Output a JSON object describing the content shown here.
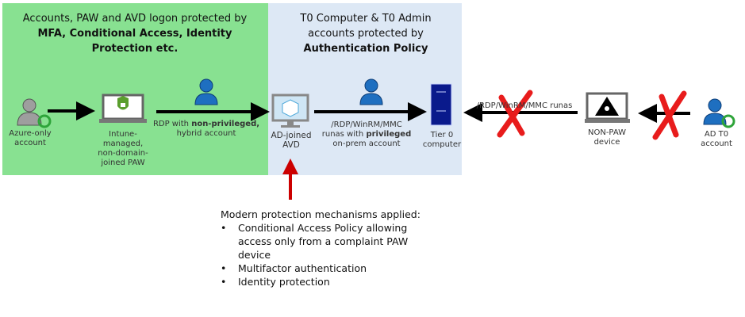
{
  "left_panel": {
    "title_plain_1": "Accounts, PAW and AVD logon protected by ",
    "title_bold": "MFA, Conditional Access, Identity Protection etc.",
    "color": "#88e191"
  },
  "right_panel": {
    "title_plain_1": "T0 Computer & T0 Admin accounts protected by ",
    "title_bold": "Authentication Policy",
    "color": "#dde8f5"
  },
  "nodes": {
    "azure_account": "Azure-only account",
    "paw": "Intune-managed, non-domain-joined PAW",
    "avd": "AD-joined AVD",
    "tier0": "Tier 0 computer",
    "nonpaw": "NON-PAW device",
    "ad_t0": "AD T0 account"
  },
  "edges": {
    "rdp_prefix": "RDP with ",
    "rdp_bold": "non-privileged,",
    "rdp_suffix": "hybrid account",
    "runas_prefix": "/RDP/WinRM/MMC runas with ",
    "runas_bold": "privileged",
    "runas_suffix": "on-prem account",
    "blocked_label": "/RDP/WinRM/MMC runas"
  },
  "note": {
    "heading": "Modern protection mechanisms applied:",
    "items": [
      "Conditional Access Policy allowing access only from a complaint PAW device",
      "Multifactor authentication",
      "Identity protection"
    ]
  },
  "colors": {
    "user_blue": "#1e6fc0",
    "server_navy": "#0a1a8c",
    "block_red": "#e81c1c",
    "sync_green": "#2ea43a"
  }
}
